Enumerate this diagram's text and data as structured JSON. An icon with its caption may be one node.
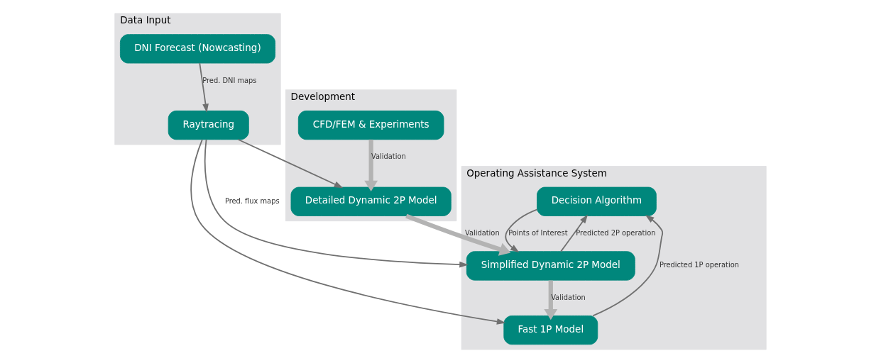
{
  "diagram": {
    "nodes": [
      {
        "text": [
          "Data Input"
        ]
      },
      {
        "text": [
          "DNI Forecast (Nowcasting)"
        ],
        "in": 0
      },
      {
        "text": [
          "Raytracing"
        ],
        "in": 0
      },
      {
        "text": [
          "Operating Assistance System"
        ]
      },
      {
        "text": [
          "Decision Algorithm"
        ],
        "in": 3
      },
      {
        "text": [
          "Fast 1P Model"
        ],
        "in": 3
      },
      {
        "text": [
          "Simplified Dynamic 2P Model"
        ],
        "in": 3
      },
      {
        "text": [
          "Development"
        ]
      },
      {
        "text": [
          "CFD/FEM & Experiments"
        ],
        "in": 7
      },
      {
        "text": [
          "Detailed Dynamic 2P Model"
        ],
        "in": 7
      }
    ],
    "edges": [
      {
        "from": 1,
        "to": 2,
        "arrow": "to",
        "label": "Pred. DNI maps"
      },
      {
        "from": 5,
        "to": 4,
        "arrow": "to",
        "label": "Predicted 1P operation"
      },
      {
        "from": 4,
        "to": 6,
        "arrow": "to",
        "label": "Points of Interest"
      },
      {
        "from": 6,
        "to": 4,
        "arrow": "to",
        "label": "Predicted 2P operation"
      },
      {
        "from": 6,
        "to": 5,
        "arrow": "to",
        "label": "Validation",
        "style": "thick",
        "color": "#b3b3b3"
      },
      {
        "from": 9,
        "to": 6,
        "arrow": "to",
        "label": "Validation",
        "style": "thick",
        "color": "#b3b3b3"
      },
      {
        "from": 8,
        "to": 9,
        "arrow": "to",
        "label": "Validation",
        "style": "thick",
        "color": "#b3b3b3"
      },
      {
        "from": 2,
        "to": 5,
        "arrow": "to"
      },
      {
        "from": 2,
        "to": 6,
        "arrow": "to",
        "label": "Pred. flux maps"
      },
      {
        "from": 2,
        "to": 9,
        "arrow": "to"
      }
    ]
  }
}
